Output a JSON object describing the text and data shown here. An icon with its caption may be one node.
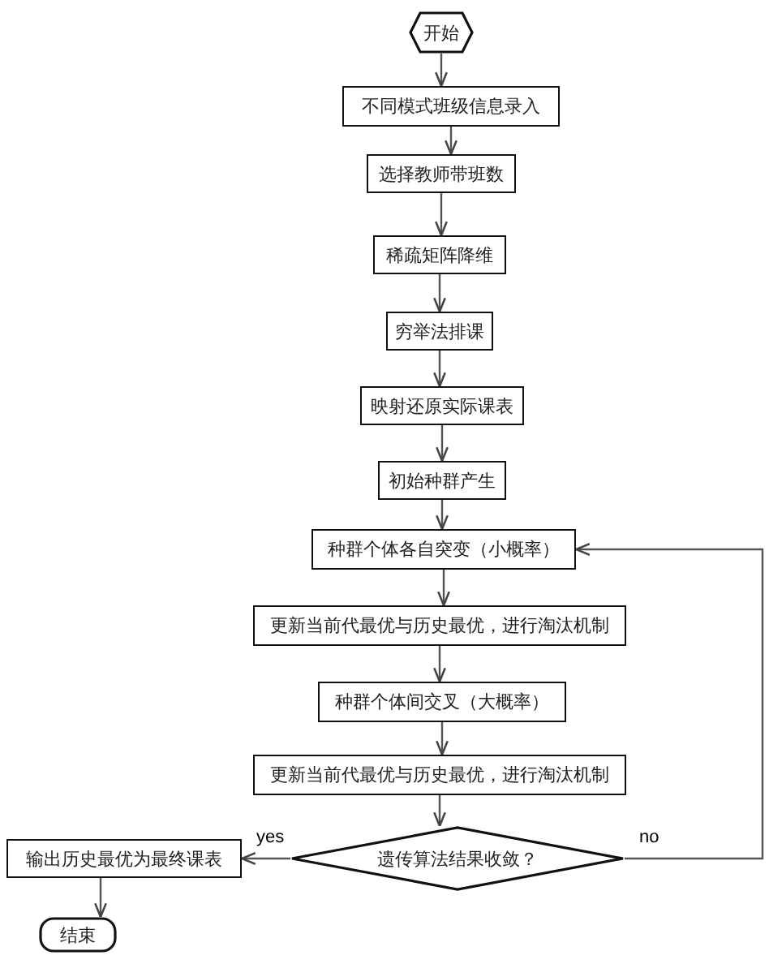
{
  "diagram": {
    "nodes": [
      {
        "text": [
          "开始"
        ]
      },
      {
        "text": [
          "不同模式班级信息录入"
        ]
      },
      {
        "text": [
          "选择教师带班数"
        ]
      },
      {
        "text": [
          "稀疏矩阵降维"
        ]
      },
      {
        "text": [
          "穷举法排课"
        ]
      },
      {
        "text": [
          "映射还原实际课表"
        ]
      },
      {
        "text": [
          "初始种群产生"
        ]
      },
      {
        "text": [
          "种群个体各自突变（小概率）"
        ]
      },
      {
        "text": [
          "更新当前代最优与历史最优，进行淘汰机制"
        ]
      },
      {
        "text": [
          "种群个体间交叉（大概率）"
        ]
      },
      {
        "text": [
          "更新当前代最优与历史最优，进行淘汰机制"
        ]
      },
      {
        "text": [
          "遗传算法结果收敛？"
        ]
      },
      {
        "text": [
          "输出历史最优为最终课表"
        ]
      },
      {
        "text": [
          "结束"
        ]
      }
    ],
    "edges": [
      {
        "from": 0,
        "to": 1,
        "arrow": "to"
      },
      {
        "from": 1,
        "to": 2,
        "arrow": "to"
      },
      {
        "from": 2,
        "to": 3,
        "arrow": "to"
      },
      {
        "from": 3,
        "to": 4,
        "arrow": "to"
      },
      {
        "from": 4,
        "to": 5,
        "arrow": "to"
      },
      {
        "from": 5,
        "to": 6,
        "arrow": "to"
      },
      {
        "from": 6,
        "to": 7,
        "arrow": "to"
      },
      {
        "from": 7,
        "to": 8,
        "arrow": "to"
      },
      {
        "from": 8,
        "to": 9,
        "arrow": "to"
      },
      {
        "from": 9,
        "to": 10,
        "arrow": "to"
      },
      {
        "from": 10,
        "to": 11,
        "arrow": "to"
      },
      {
        "from": 11,
        "to": 12,
        "arrow": "to",
        "label": "yes"
      },
      {
        "from": 11,
        "to": 7,
        "arrow": "to",
        "label": "no"
      },
      {
        "from": 12,
        "to": 13,
        "arrow": "to"
      }
    ]
  }
}
